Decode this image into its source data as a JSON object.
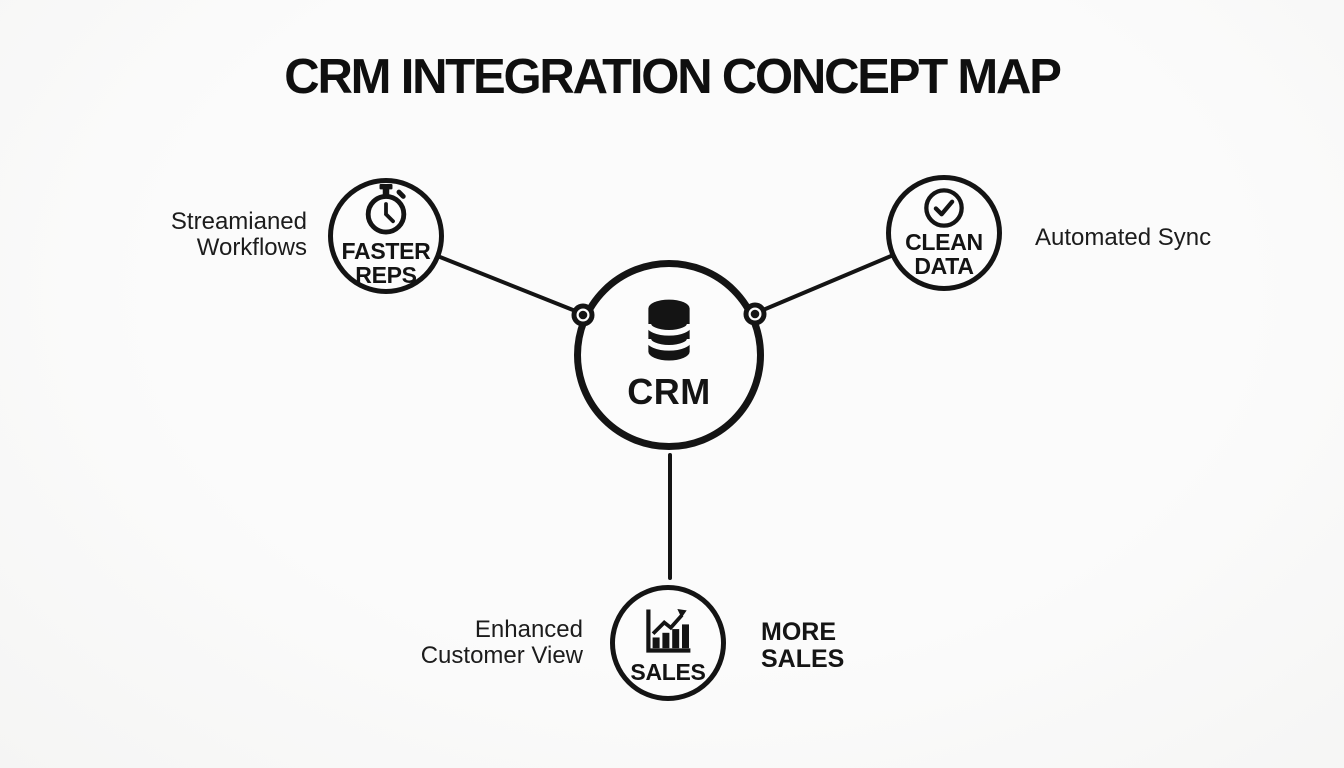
{
  "title": "CRM INTEGRATION CONCEPT MAP",
  "colors": {
    "ink": "#141414",
    "background": "#fafafa",
    "node_fill": "#fcfcfc"
  },
  "center_node": {
    "id": "crm",
    "icon": "database-icon",
    "label": "CRM"
  },
  "nodes": {
    "faster_reps": {
      "icon": "stopwatch-icon",
      "label_line1": "FASTER",
      "label_line2": "REPS"
    },
    "clean_data": {
      "icon": "check-circle-icon",
      "label_line1": "CLEAN",
      "label_line2": "DATA"
    },
    "sales": {
      "icon": "bar-chart-icon",
      "label_line1": "SALES"
    }
  },
  "annotations": {
    "streamlined_workflows": {
      "line1": "Streamianed",
      "line2": "Workflows"
    },
    "automated_sync": {
      "line1": "Automated Sync"
    },
    "enhanced_customer_view": {
      "line1": "Enhanced",
      "line2": "Customer View"
    },
    "more_sales": {
      "line1": "MORE",
      "line2": "SALES"
    }
  }
}
